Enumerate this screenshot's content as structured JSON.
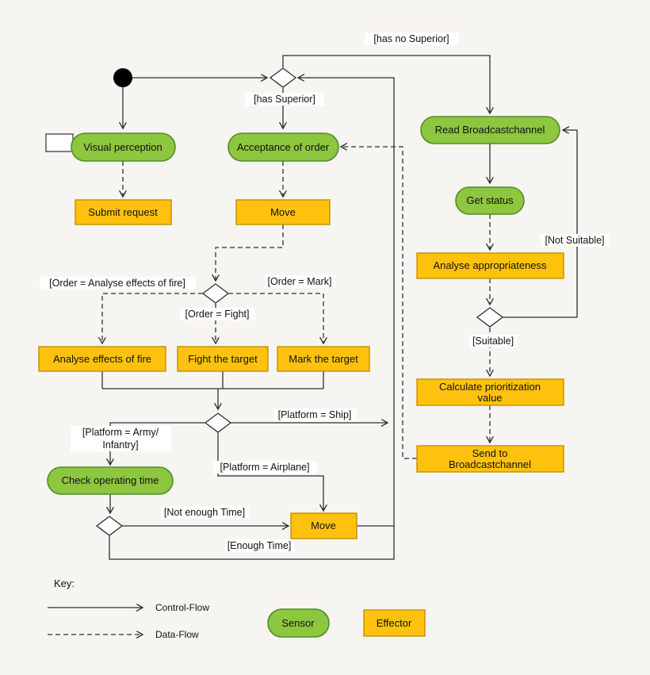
{
  "colors": {
    "background": "#f7f5f2",
    "sensor_fill": "#8dc63f",
    "sensor_stroke": "#4f8f2b",
    "effector_fill": "#fec20e",
    "effector_stroke": "#c49000",
    "line": "#2e2e2e",
    "label_bg": "#ffffff",
    "text": "#111111"
  },
  "nodes": {
    "visual_perception": "Visual perception",
    "acceptance_of_order": "Acceptance of order",
    "read_broadcastchannel": "Read Broadcastchannel",
    "get_status": "Get status",
    "check_operating_time": "Check operating time",
    "submit_request": "Submit request",
    "move_order": "Move",
    "analyse_effects_of_fire": "Analyse effects of fire",
    "fight_the_target": "Fight the target",
    "mark_the_target": "Mark the target",
    "analyse_appropriateness": "Analyse appropriateness",
    "calculate_prioritization_line1": "Calculate prioritization",
    "calculate_prioritization_line2": "value",
    "send_to_broadcastchannel_line1": "Send to",
    "send_to_broadcastchannel_line2": "Broadcastchannel",
    "move_platform": "Move"
  },
  "edge_labels": {
    "has_no_superior": "[has no Superior]",
    "has_superior": "[has Superior]",
    "order_analyse_effects": "[Order = Analyse effects of fire]",
    "order_fight": "[Order = Fight]",
    "order_mark": "[Order = Mark]",
    "platform_ship": "[Platform = Ship]",
    "platform_army_line1": "[Platform = Army/",
    "platform_army_line2": "Infantry]",
    "platform_airplane": "[Platform = Airplane]",
    "not_enough_time": "[Not enough Time]",
    "enough_time": "[Enough Time]",
    "not_suitable": "[Not Suitable]",
    "suitable": "[Suitable]"
  },
  "key": {
    "title": "Key:",
    "control_flow": "Control-Flow",
    "data_flow": "Data-Flow",
    "sensor": "Sensor",
    "effector": "Effector"
  }
}
